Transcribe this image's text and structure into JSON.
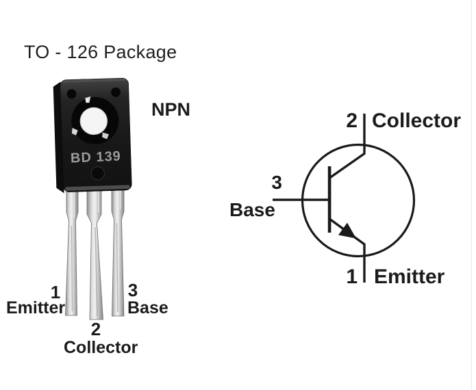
{
  "colors": {
    "background": "#ffffff",
    "ink": "#1b1b1b",
    "package_black": "#161616",
    "lead_silver": "#d6d6d6",
    "marking_gray": "#9b9b9b"
  },
  "header": {
    "title": "TO - 126 Package"
  },
  "package": {
    "type_label": "NPN",
    "marking": "BD 139",
    "pins": [
      {
        "number": "1",
        "name": "Emitter"
      },
      {
        "number": "2",
        "name": "Collector"
      },
      {
        "number": "3",
        "name": "Base"
      }
    ]
  },
  "schematic": {
    "symbol": "npn-transistor",
    "top_pin": {
      "number": "2",
      "name": "Collector"
    },
    "left_pin": {
      "number": "3",
      "name": "Base"
    },
    "bottom_pin": {
      "number": "1",
      "name": "Emitter"
    }
  }
}
